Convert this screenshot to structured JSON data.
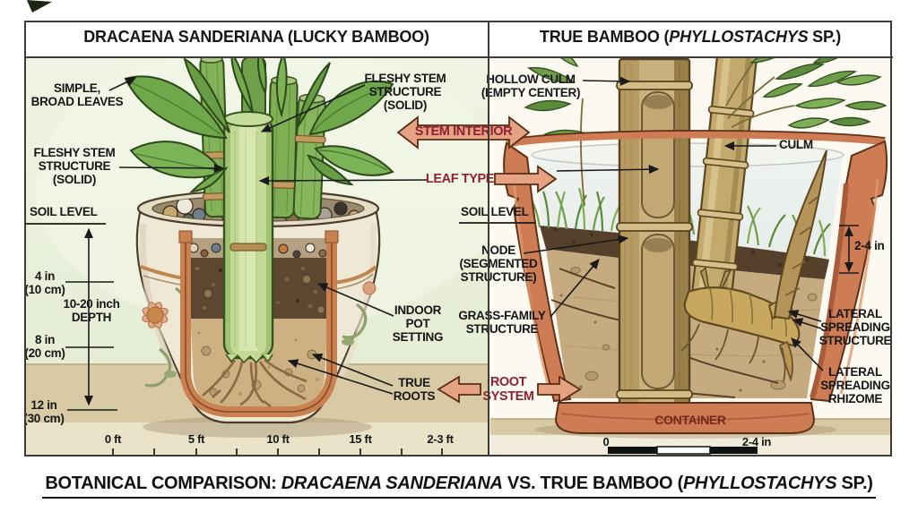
{
  "header": {
    "left_title": "DRACAENA SANDERIANA (LUCKY BAMBOO)",
    "right_title_prefix": "TRUE BAMBOO (",
    "right_title_species": "PHYLLOSTACHYS",
    "right_title_suffix": " SP.)"
  },
  "comparison": {
    "stem_interior": "STEM INTERIOR",
    "leaf_type": "LEAF TYPE",
    "root_system": "ROOT\nSYSTEM"
  },
  "left_panel": {
    "labels": {
      "simple_broad_leaves": "SIMPLE,\nBROAD LEAVES",
      "fleshy_stem_side": "FLESHY STEM\nSTRUCTURE\n(SOLID)",
      "fleshy_stem_top": "FLESHY STEM\nSTRUCTURE\n(SOLID)",
      "soil_level": "SOIL LEVEL",
      "depth_4in": "4 in\n(10 cm)",
      "depth_range": "10-20 inch\nDEPTH",
      "depth_8in": "8 in\n(20 cm)",
      "depth_12in": "12 in\n(30 cm)",
      "indoor_pot_setting": "INDOOR\nPOT\nSETTING",
      "true_roots": "TRUE\nROOTS"
    },
    "scale_labels": [
      "0 ft",
      "5 ft",
      "10 ft",
      "15 ft",
      "2-3 ft"
    ]
  },
  "right_panel": {
    "labels": {
      "hollow_culm": "HOLLOW CULM\n(EMPTY CENTER)",
      "culm": "CULM",
      "soil_level": "SOIL LEVEL",
      "node": "NODE\n(SEGMENTED\nSTRUCTURE)",
      "grass_family": "GRASS-FAMILY\nSTRUCTURE",
      "depth_2_4in": "2-4 in",
      "lateral_spreading_structure": "LATERAL\nSPREADING\nSTRUCTURE",
      "lateral_spreading_rhizome": "LATERAL\nSPREADING\nRHIZOME",
      "container": "CONTAINER"
    },
    "scale_labels": [
      "0",
      "2-4 in"
    ]
  },
  "footer": {
    "p1": "BOTANICAL COMPARISON: ",
    "p2": "DRACAENA SANDERIANA",
    "p3": " VS. TRUE BAMBOO (",
    "p4": "PHYLLOSTACHYS",
    "p5": " SP.)"
  },
  "theme": {
    "frame": "#3e3b36",
    "ink": "#1a1a1a",
    "label_red": "#8e2133",
    "accent_salmon": "#e5a384",
    "accent_salmon_border": "#5a2d15",
    "left_bg": "#edf1dd",
    "right_bg": "#fcf9f1",
    "terracotta": "#cd7c53",
    "pot_cream": "#efe8d5",
    "leaf_green": "#6fa74b",
    "culm_tan": "#b79b62",
    "soil_dark": "#55412b",
    "soil_light": "#c7ab80",
    "floor_tan": "#d9caa6"
  }
}
